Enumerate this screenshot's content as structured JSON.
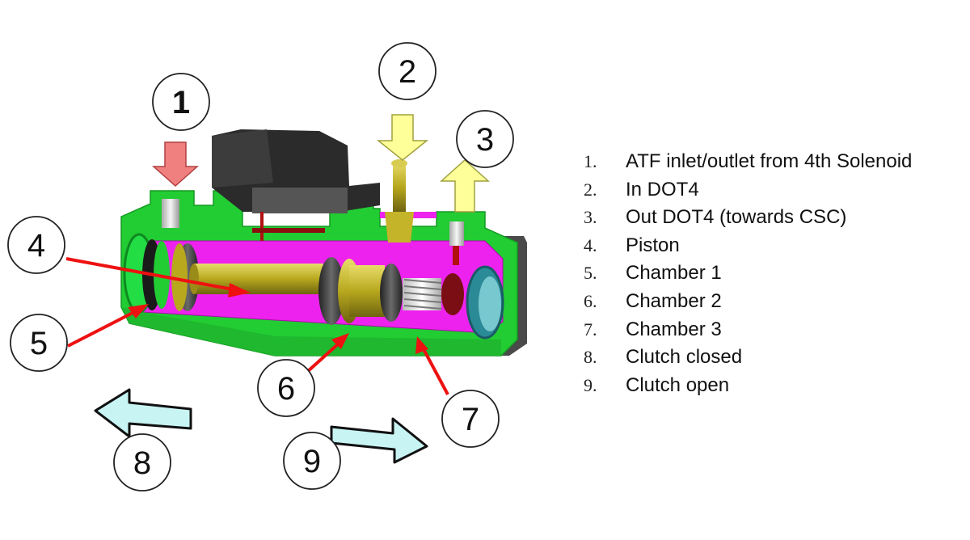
{
  "callouts": {
    "c1": "1",
    "c2": "2",
    "c3": "3",
    "c4": "4",
    "c5": "5",
    "c6": "6",
    "c7": "7",
    "c8": "8",
    "c9": "9"
  },
  "legend": {
    "items": [
      {
        "index": "1.",
        "text": "ATF inlet/outlet from 4th Solenoid"
      },
      {
        "index": "2.",
        "text": "In DOT4"
      },
      {
        "index": "3.",
        "text": "Out DOT4 (towards CSC)"
      },
      {
        "index": "4.",
        "text": "Piston"
      },
      {
        "index": "5.",
        "text": "Chamber 1"
      },
      {
        "index": "6.",
        "text": "Chamber 2"
      },
      {
        "index": "7.",
        "text": "Chamber 3"
      },
      {
        "index": "8.",
        "text": "Clutch closed"
      },
      {
        "index": "9.",
        "text": "Clutch open"
      }
    ]
  },
  "colors": {
    "housing": "#22cc33",
    "chamber": "#ee22ee",
    "piston": "#b8a81e",
    "seal": "#444444",
    "connector": "#2b2b2b",
    "leader_arrow": "#ee1111",
    "inlet_arrow": "#f08080",
    "dot4_arrow": "#ffff99",
    "direction_arrow": "#c8f4f4"
  }
}
